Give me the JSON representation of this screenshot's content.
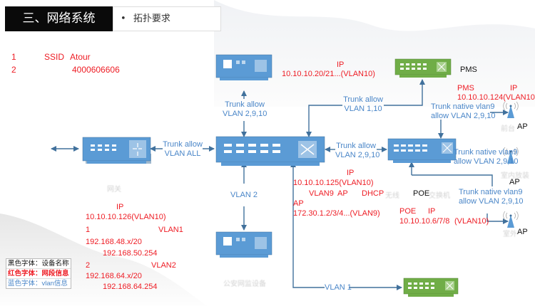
{
  "header": {
    "section_title": "三、网络系统",
    "bullet": "•",
    "subtitle": "拓扑要求"
  },
  "notes": {
    "line1": {
      "num": "1",
      "label": "SSID",
      "value": "Atour"
    },
    "line2": {
      "num": "2",
      "value": "4000606606"
    }
  },
  "colors": {
    "device_blue": "#5b9bd5",
    "device_green": "#70ad47",
    "link_blue": "#41719c",
    "vlan_text": "#4a86c8",
    "network_text": "#ee1c24"
  },
  "devices": {
    "gateway": {
      "name": "网关",
      "icon": "router-icon"
    },
    "core_switch": {
      "icon": "switch-icon"
    },
    "top_server": {
      "icon": "server-icon"
    },
    "security_device": {
      "name": "公安网监设备",
      "icon": "server-icon"
    },
    "pms_switch": {
      "name": "PMS",
      "icon": "switch-icon"
    },
    "poe_switch": {
      "name_faint": "无线",
      "name": "POE",
      "name_faint2": "交换机",
      "icon": "switch-icon"
    },
    "bottom_switch": {
      "icon": "switch-icon"
    },
    "ap_front": {
      "name_faint": "前台",
      "name": "AP",
      "icon": "wireless-ap-icon"
    },
    "ap_indoor": {
      "name_faint": "室内放装",
      "name": "AP",
      "icon": "wireless-ap-icon"
    },
    "ap_outdoor": {
      "name_faint": "室外",
      "name": "AP",
      "icon": "wireless-ap-icon"
    }
  },
  "links": {
    "gateway_core": [
      "Trunk allow",
      "VLAN ALL"
    ],
    "core_top": [
      "Trunk allow",
      "VLAN 2,9,10"
    ],
    "core_pms": [
      "Trunk allow",
      "VLAN 1,10"
    ],
    "core_poe": [
      "Trunk allow",
      "VLAN 2,9,10"
    ],
    "core_security": [
      "VLAN 2"
    ],
    "core_bottom": [
      "VLAN 1"
    ],
    "poe_ap_front": [
      "Trunk native vlan9",
      "allow VLAN 2,9,10"
    ],
    "poe_ap_indoor": [
      "Trunk native vlan9",
      "allow VLAN 2,9,10"
    ],
    "poe_ap_outdoor": [
      "Trunk native vlan9",
      "allow VLAN 2,9,10"
    ]
  },
  "network_info": {
    "top_server_ip_label": "IP",
    "top_server_ip": "10.10.10.20/21...(VLAN10)",
    "pms_label": "PMS",
    "pms_ip_label": "IP",
    "pms_ip": "10.10.10.124(VLAN10)",
    "core_ip_label": "IP",
    "core_ip": "10.10.10.125(VLAN10)",
    "core_dhcp": [
      "VLAN9",
      "AP",
      "DHCP"
    ],
    "core_ap_label": "AP",
    "core_ap_range": "172.30.1.2/3/4...(VLAN9)",
    "poe_label": "POE",
    "poe_ip_label": "IP",
    "poe_ip": "10.10.10.6/7/8",
    "poe_vlan": "(VLAN10)",
    "gw_ip_label": "IP",
    "gw_ip": "10.10.10.126(VLAN10)",
    "vlan1_num": "1",
    "vlan1_name": "VLAN1",
    "vlan1_subnet": "192.168.48.x/20",
    "vlan1_gateway": "192.168.50.254",
    "vlan2_num": "2",
    "vlan2_name": "VLAN2",
    "vlan2_subnet": "192.168.64.x/20",
    "vlan2_gateway": "192.168.64.254"
  },
  "legend": {
    "black": "黑色字体：设备名称",
    "red": "红色字体：网段信息",
    "blue": "蓝色字体：vlan信息"
  }
}
